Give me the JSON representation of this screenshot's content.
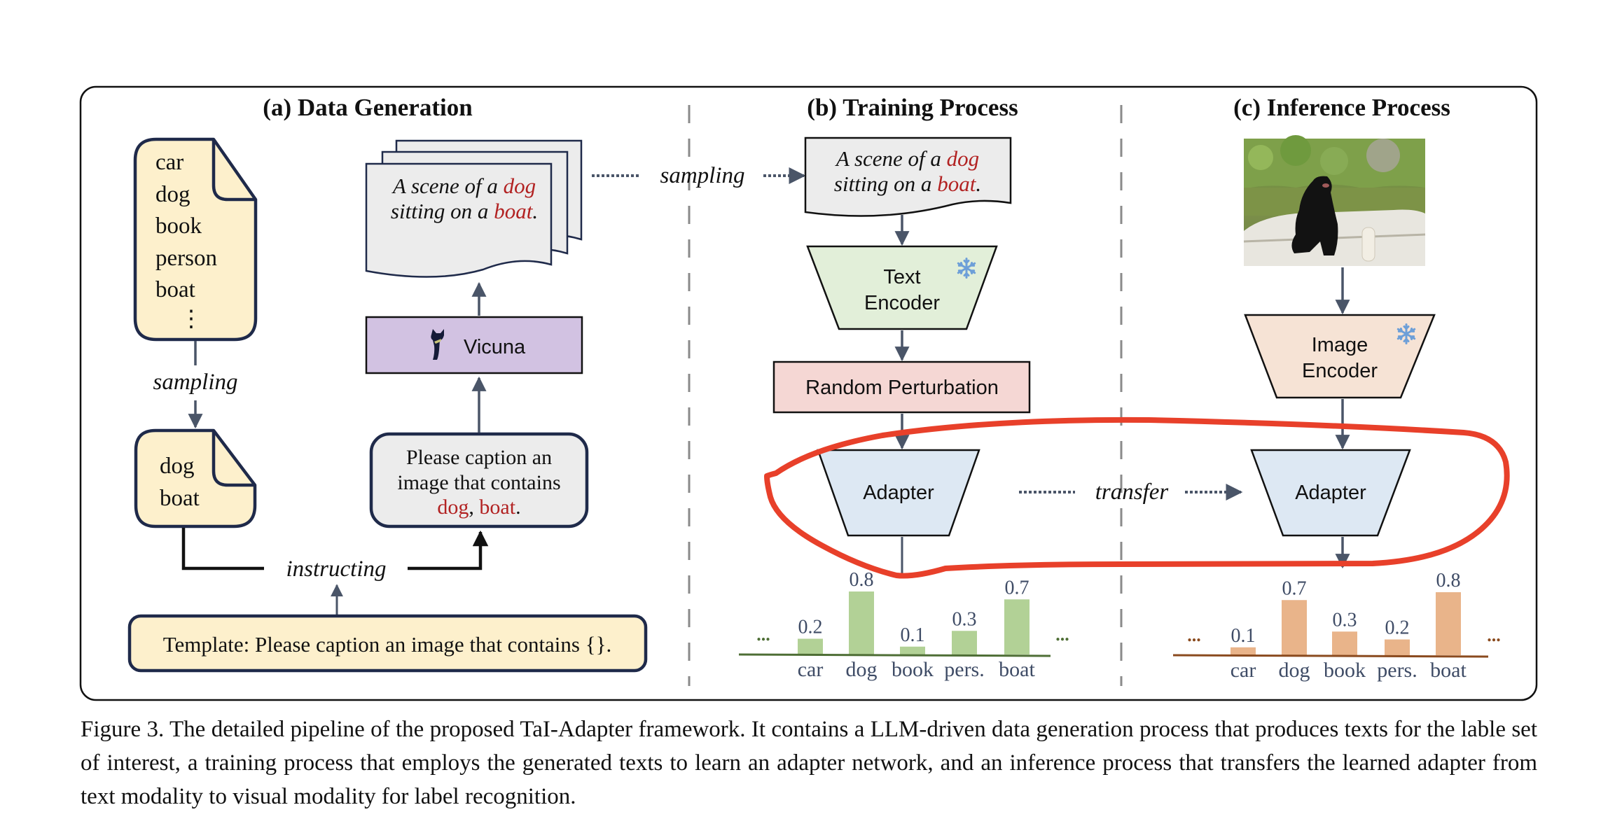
{
  "panels": {
    "a": {
      "title": "(a) Data Generation",
      "label_list": [
        "car",
        "dog",
        "book",
        "person",
        "boat",
        "⋮"
      ],
      "sampled_labels": [
        "dog",
        "boat"
      ],
      "sampling_label": "sampling",
      "generated_text": {
        "line1_prefix": "A scene of a ",
        "line1_highlight": "dog",
        "line2_prefix": "sitting on a ",
        "line2_highlight": "boat",
        "line2_suffix": "."
      },
      "llm_label": "Vicuna",
      "llm_icon": "vicuna-llama-icon",
      "prompt": {
        "line1": "Please caption an",
        "line2": "image that contains",
        "word1": "dog",
        "sep": ", ",
        "word2": "boat",
        "end": "."
      },
      "instructing_label": "instructing",
      "template": "Template: Please caption an image that contains {}."
    },
    "b": {
      "title": "(b) Training Process",
      "cross_sampling_label": "sampling",
      "text_encoder": [
        "Text",
        "Encoder"
      ],
      "random_perturbation": "Random Perturbation",
      "adapter": "Adapter",
      "frozen_icon": "snowflake-icon"
    },
    "c": {
      "title": "(c) Inference Process",
      "image_alt": "black dog sitting on a boat",
      "image_encoder": [
        "Image",
        "Encoder"
      ],
      "adapter": "Adapter",
      "transfer_label": "transfer",
      "frozen_icon": "snowflake-icon"
    }
  },
  "colors": {
    "highlight_red": "#b22222",
    "arrow": "#4a5568",
    "doc_fill": "#fdf0cc",
    "doc_stroke": "#1f2a4a",
    "gray_fill": "#ececec",
    "vicuna_fill": "#d2c2e2",
    "text_encoder_fill": "#e2efd9",
    "perturb_fill": "#f5d7d4",
    "adapter_fill": "#dde8f3",
    "image_encoder_fill": "#f6e3d5",
    "annotation_red": "#e8402a",
    "green_bar": "#b2d196",
    "green_axis": "#4e6e35",
    "orange_bar": "#e9b48a",
    "orange_axis": "#8a4a1e",
    "snowflake": "#6d9fd8"
  },
  "chart_data": [
    {
      "type": "bar",
      "title": "Training output scores",
      "categories": [
        "car",
        "dog",
        "book",
        "pers.",
        "boat"
      ],
      "values": [
        0.2,
        0.8,
        0.1,
        0.3,
        0.7
      ],
      "ylim": [
        0,
        0.8
      ],
      "ellipsis": "...",
      "xlabel": "",
      "ylabel": ""
    },
    {
      "type": "bar",
      "title": "Inference output scores",
      "categories": [
        "car",
        "dog",
        "book",
        "pers.",
        "boat"
      ],
      "values": [
        0.1,
        0.7,
        0.3,
        0.2,
        0.8
      ],
      "ylim": [
        0,
        0.8
      ],
      "ellipsis": "...",
      "xlabel": "",
      "ylabel": ""
    }
  ],
  "caption": "Figure 3. The detailed pipeline of the proposed TaI-Adapter framework. It contains a LLM-driven data generation process that produces texts for the lable set of interest, a training process that employs the generated texts to learn an adapter network, and an inference process that transfers the learned adapter from text modality to visual modality for label recognition."
}
